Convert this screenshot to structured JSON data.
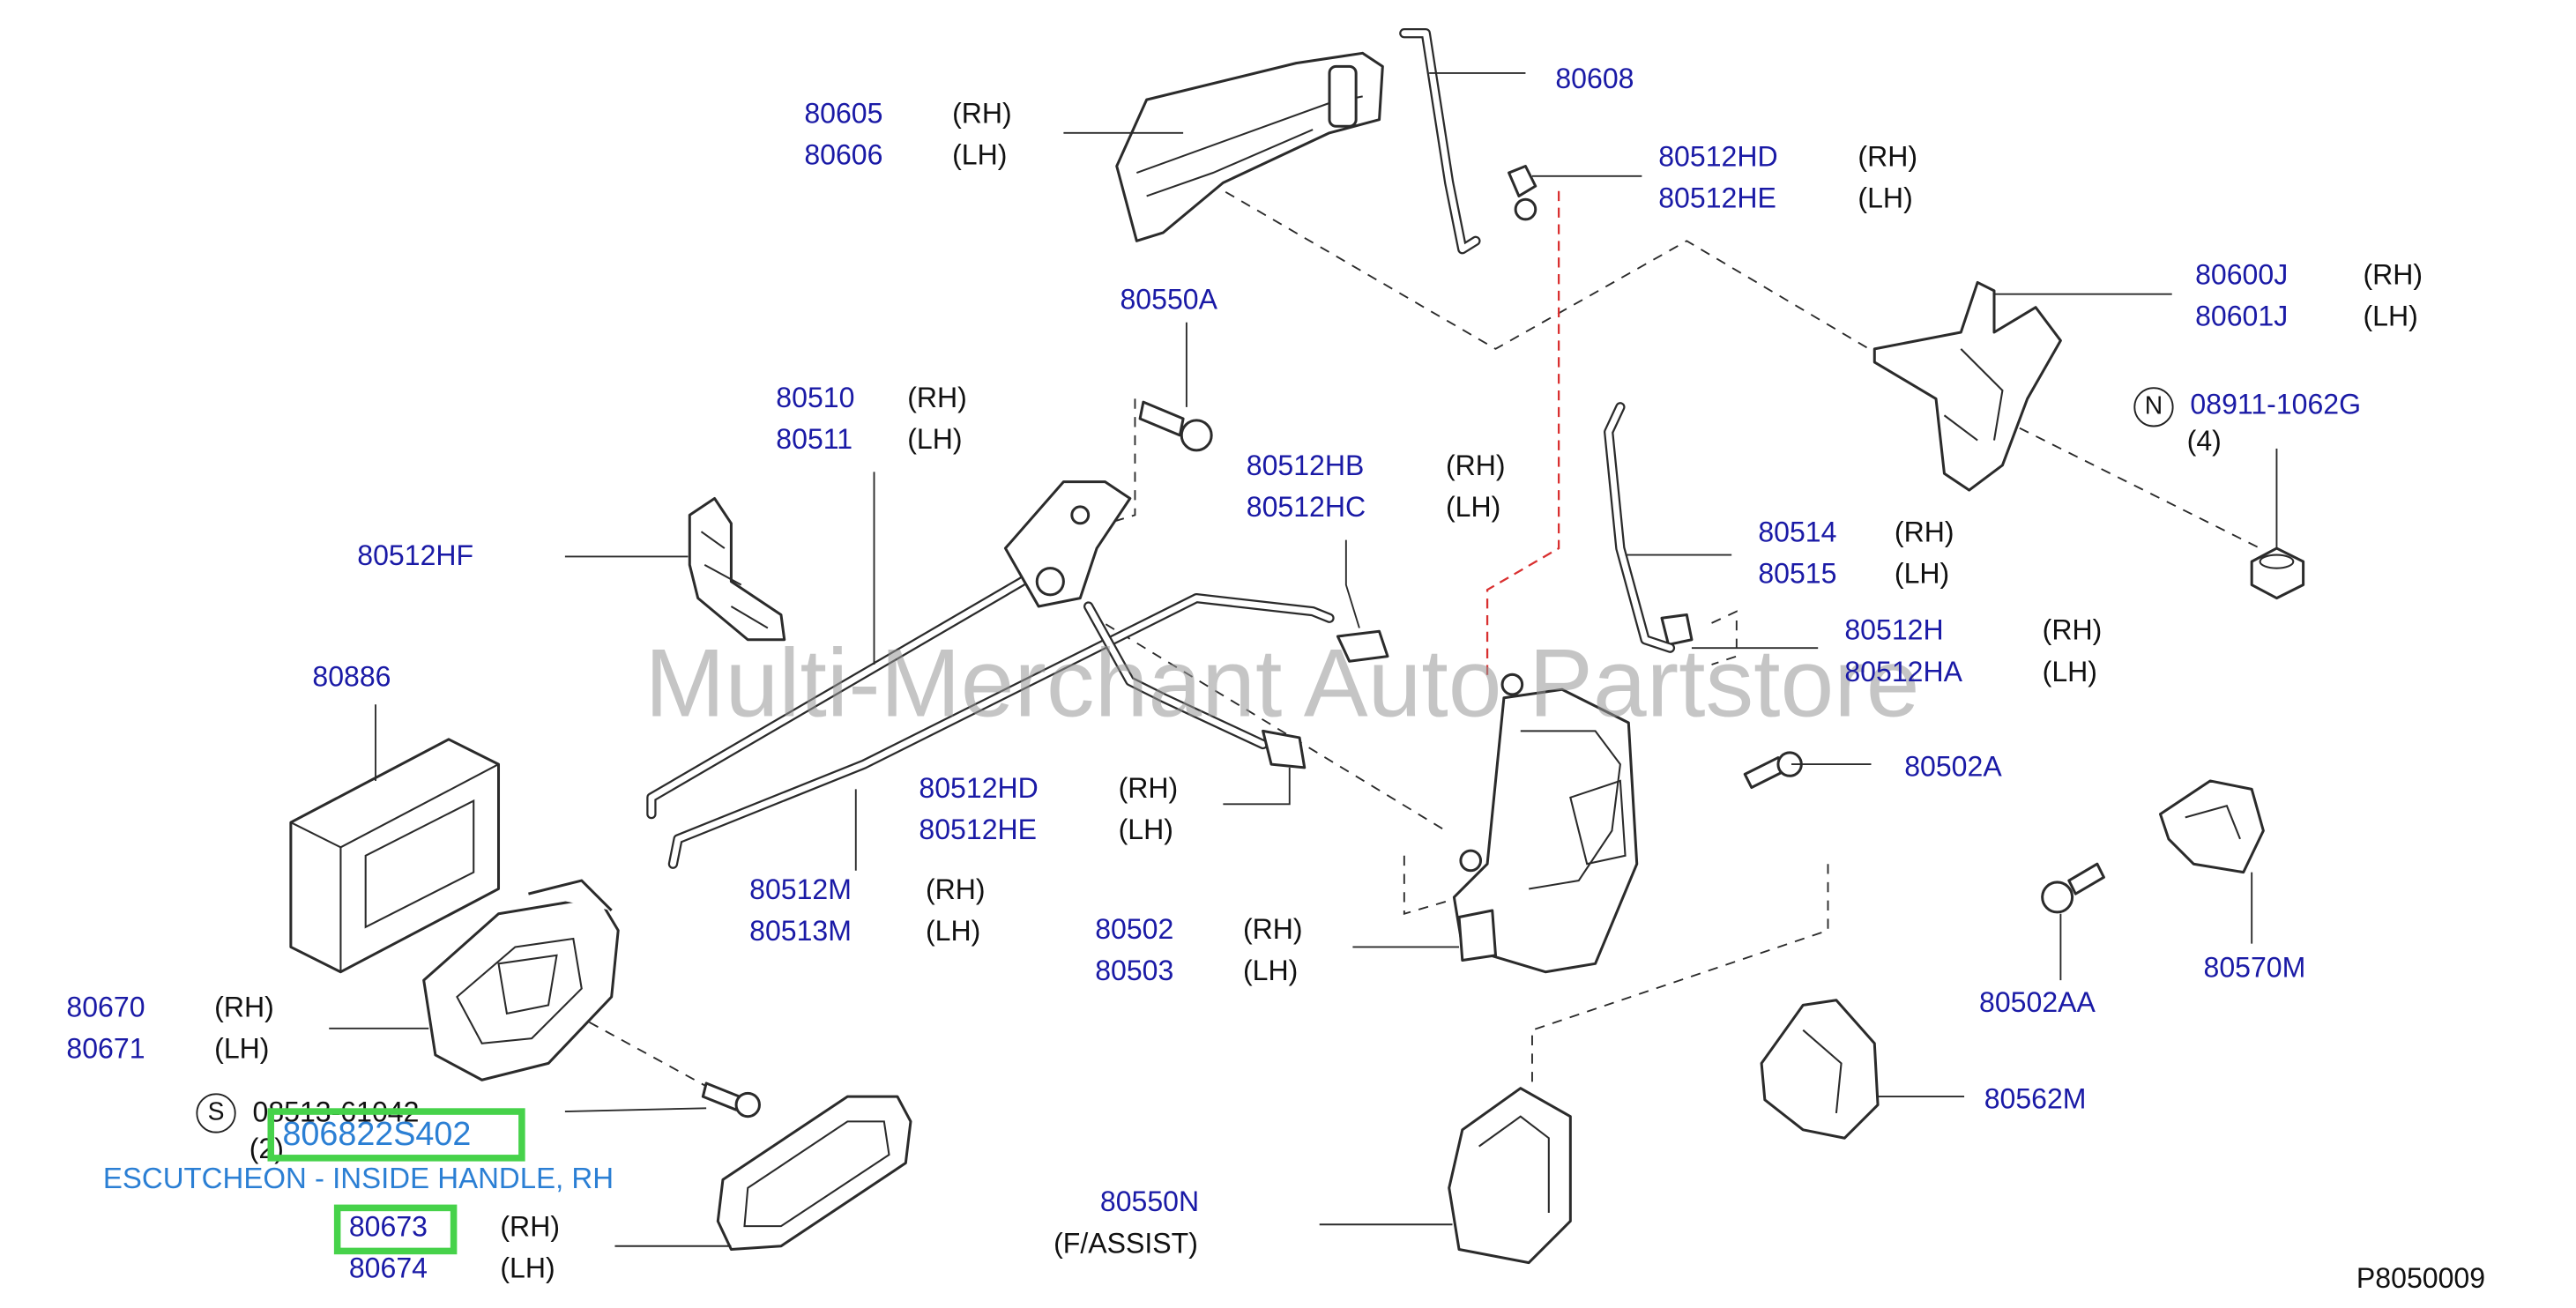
{
  "watermark": "Multi-Merchant Auto Partstore",
  "diagram_code": "P8050009",
  "highlight": {
    "part_number": "806822S402",
    "description": "ESCUTCHEON - INSIDE HANDLE, RH",
    "ref": "80673"
  },
  "symbols": {
    "s": "S",
    "n": "N"
  },
  "labels": {
    "p80608": "80608",
    "p80605": "80605",
    "p80605_side": "(RH)",
    "p80606": "80606",
    "p80606_side": "(LH)",
    "p80512HD_a": "80512HD",
    "p80512HD_a_side": "(RH)",
    "p80512HE_a": "80512HE",
    "p80512HE_a_side": "(LH)",
    "p80550A": "80550A",
    "p80600J": "80600J",
    "p80600J_side": "(RH)",
    "p80601J": "80601J",
    "p80601J_side": "(LH)",
    "p08911": "08911-1062G",
    "p08911_qty": "(4)",
    "p80510": "80510",
    "p80510_side": "(RH)",
    "p80511": "80511",
    "p80511_side": "(LH)",
    "p80512HB": "80512HB",
    "p80512HB_side": "(RH)",
    "p80512HC": "80512HC",
    "p80512HC_side": "(LH)",
    "p80512HF": "80512HF",
    "p80514": "80514",
    "p80514_side": "(RH)",
    "p80515": "80515",
    "p80515_side": "(LH)",
    "p80512H": "80512H",
    "p80512H_side": "(RH)",
    "p80512HA": "80512HA",
    "p80512HA_side": "(LH)",
    "p80886": "80886",
    "p80502A": "80502A",
    "p80512HD_b": "80512HD",
    "p80512HD_b_side": "(RH)",
    "p80512HE_b": "80512HE",
    "p80512HE_b_side": "(LH)",
    "p80512M": "80512M",
    "p80512M_side": "(RH)",
    "p80513M": "80513M",
    "p80513M_side": "(LH)",
    "p80502": "80502",
    "p80502_side": "(RH)",
    "p80503": "80503",
    "p80503_side": "(LH)",
    "p80570M": "80570M",
    "p80670": "80670",
    "p80670_side": "(RH)",
    "p80671": "80671",
    "p80671_side": "(LH)",
    "p80502AA": "80502AA",
    "p08513": "08513-61042",
    "p08513_qty": "(2)",
    "p80562M": "80562M",
    "p80673_side": "(RH)",
    "p80674": "80674",
    "p80674_side": "(LH)",
    "p80550N": "80550N",
    "p80550N_note": "(F/ASSIST)"
  }
}
